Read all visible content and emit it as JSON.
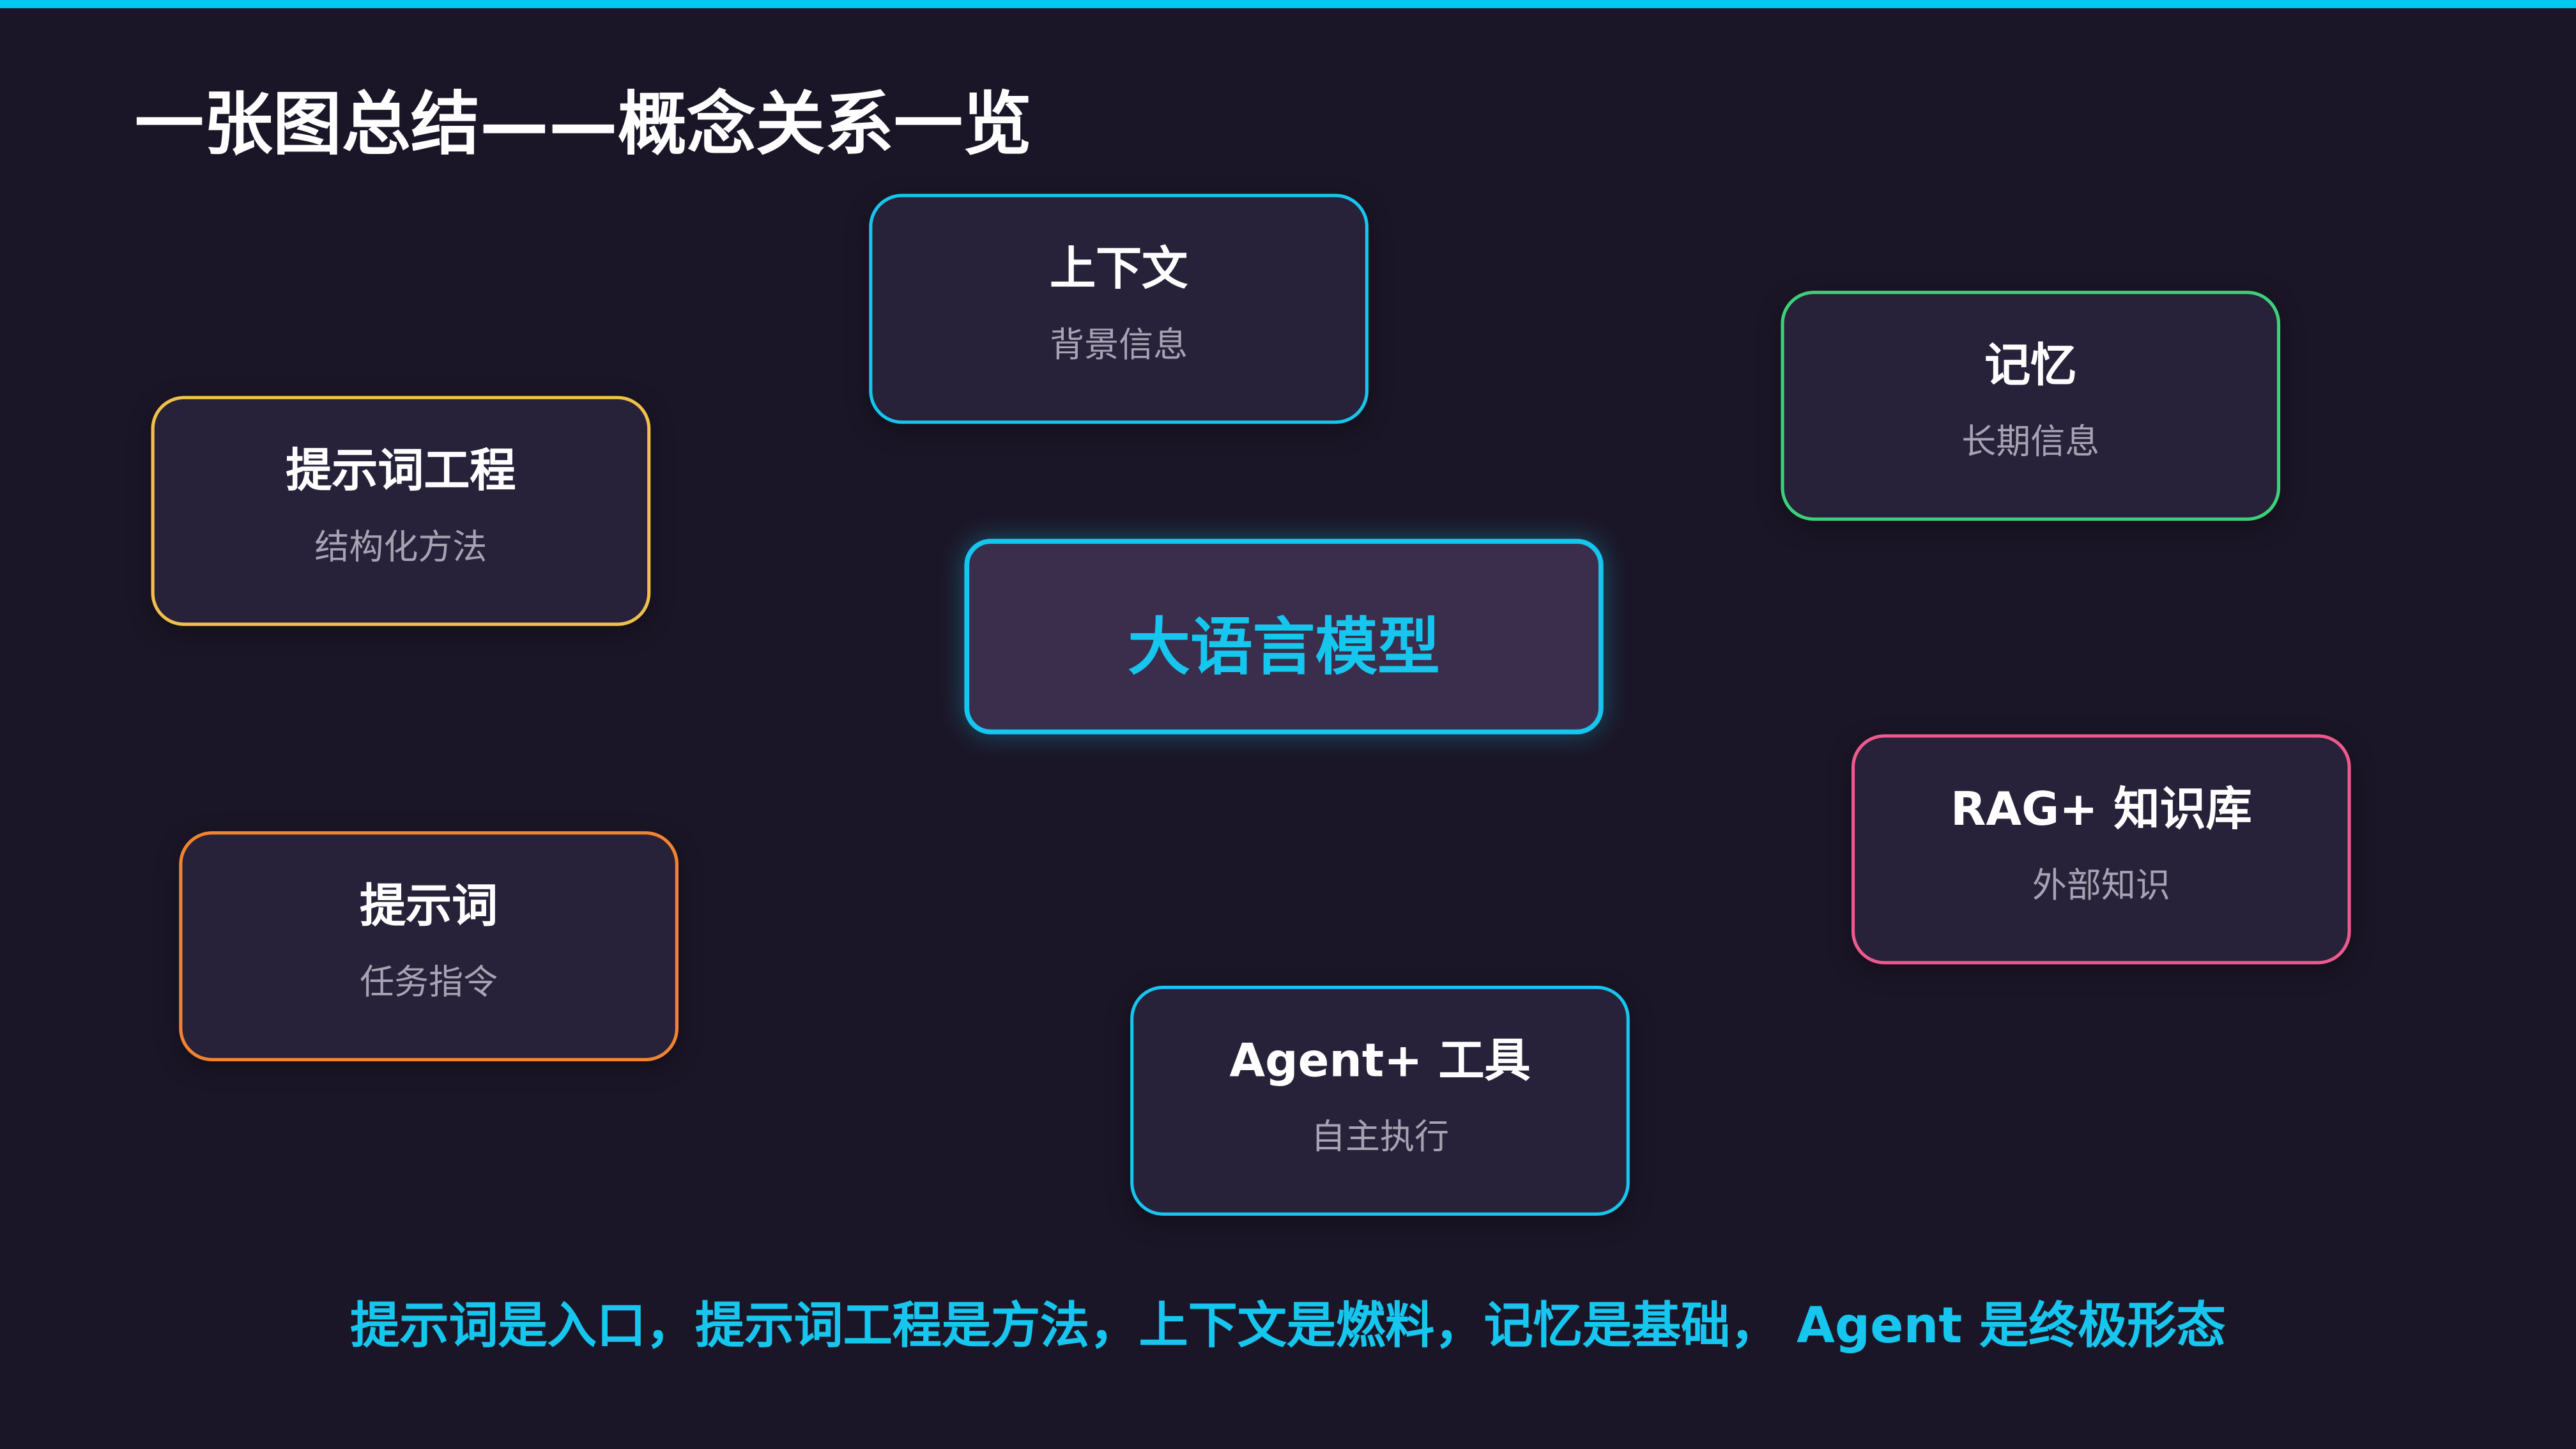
{
  "title": "一张图总结——概念关系一览",
  "center": {
    "label": "大语言模型"
  },
  "nodes": {
    "context": {
      "title": "上下文",
      "subtitle": "背景信息"
    },
    "memory": {
      "title": "记忆",
      "subtitle": "长期信息"
    },
    "prompt_engineering": {
      "title": "提示词工程",
      "subtitle": "结构化方法"
    },
    "prompt": {
      "title": "提示词",
      "subtitle": "任务指令"
    },
    "rag": {
      "title": "RAG+ 知识库",
      "subtitle": "外部知识"
    },
    "agent": {
      "title": "Agent+ 工具",
      "subtitle": "自主执行"
    }
  },
  "summary": "提示词是入口，提示词工程是方法，上下文是燃料，记忆是基础， Agent  是终极形态",
  "colors": {
    "background": "#1b1627",
    "accent": "#16c6ee",
    "memory": "#3dd07a",
    "prompt_engineering": "#efc14a",
    "prompt": "#f3842f",
    "rag": "#ee5a8e"
  }
}
